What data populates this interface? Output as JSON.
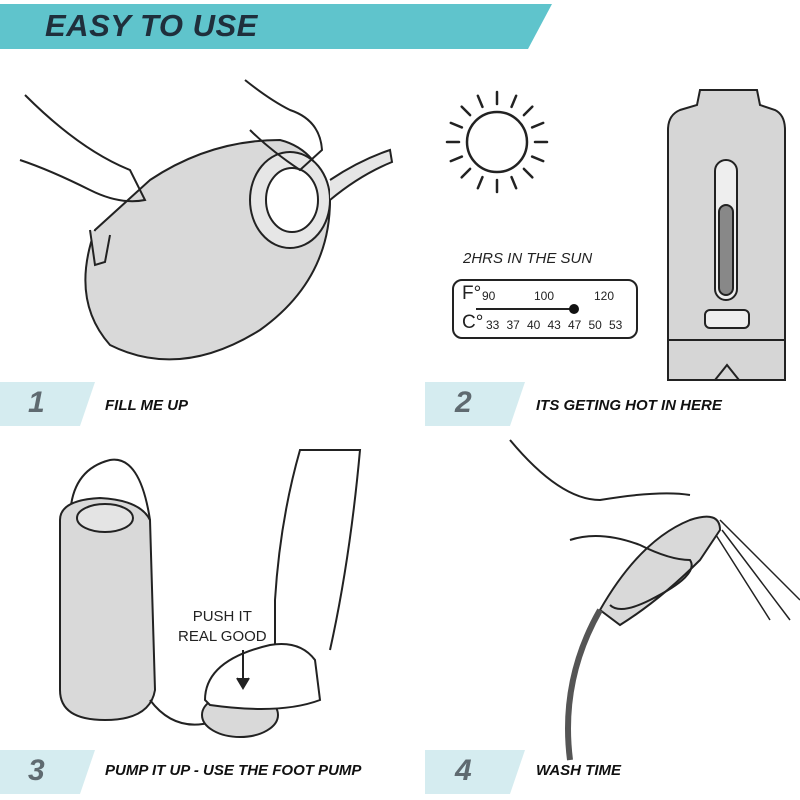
{
  "header": {
    "title": "EASY TO USE",
    "color": "#5fc4cc"
  },
  "steps": [
    {
      "number": "1",
      "label": "FILL ME UP"
    },
    {
      "number": "2",
      "label": "ITS GETING HOT IN HERE"
    },
    {
      "number": "3",
      "label": "PUMP IT UP - USE THE FOOT PUMP"
    },
    {
      "number": "4",
      "label": "WASH TIME"
    }
  ],
  "step_box_color": "#d5ecf0",
  "thermometer": {
    "caption": "2HRS IN THE SUN",
    "f_unit": "F°",
    "c_unit": "C°",
    "f_values": [
      "90",
      "100",
      "120"
    ],
    "c_values": [
      "33",
      "37",
      "40",
      "43",
      "47",
      "50",
      "53"
    ],
    "indicated_celsius": 47
  },
  "callout": {
    "line1": "PUSH IT",
    "line2": "REAL GOOD"
  }
}
